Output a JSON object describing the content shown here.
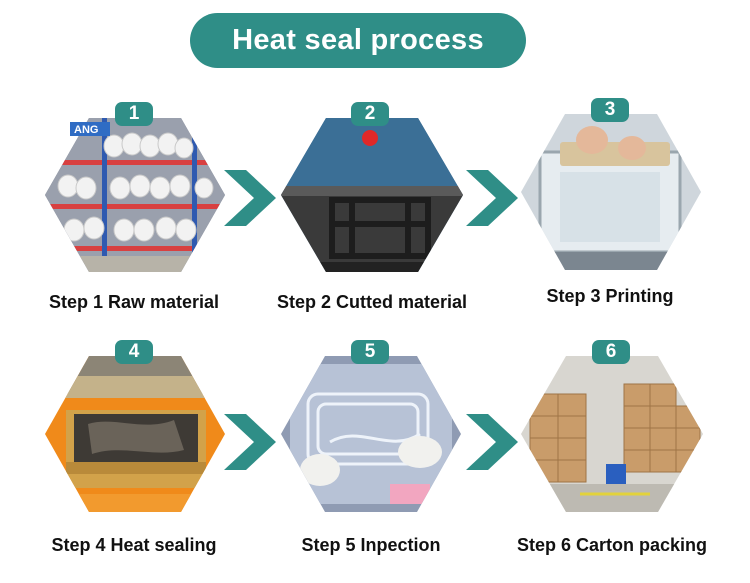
{
  "title": "Heat seal process",
  "colors": {
    "accent": "#2f8e87",
    "text": "#111111",
    "background": "#ffffff"
  },
  "watermark_text": "ANG",
  "steps": [
    {
      "number": "1",
      "caption": "Step 1 Raw material",
      "image": "fabric-rolls-on-warehouse-rack"
    },
    {
      "number": "2",
      "caption": "Step 2 Cutted material",
      "image": "die-cut-steel-frame-on-press"
    },
    {
      "number": "3",
      "caption": "Step 3 Printing",
      "image": "screen-printing-squeegee"
    },
    {
      "number": "4",
      "caption": "Step 4 Heat sealing",
      "image": "heat-sealing-mold-on-orange-plate"
    },
    {
      "number": "5",
      "caption": "Step 5 Inpection",
      "image": "gloved-hands-inspecting-clear-pvc"
    },
    {
      "number": "6",
      "caption": "Step 6 Carton packing",
      "image": "stacked-cartons-in-warehouse"
    }
  ],
  "arrows": [
    "chevron-right-icon",
    "chevron-right-icon",
    "chevron-right-icon",
    "chevron-right-icon"
  ]
}
